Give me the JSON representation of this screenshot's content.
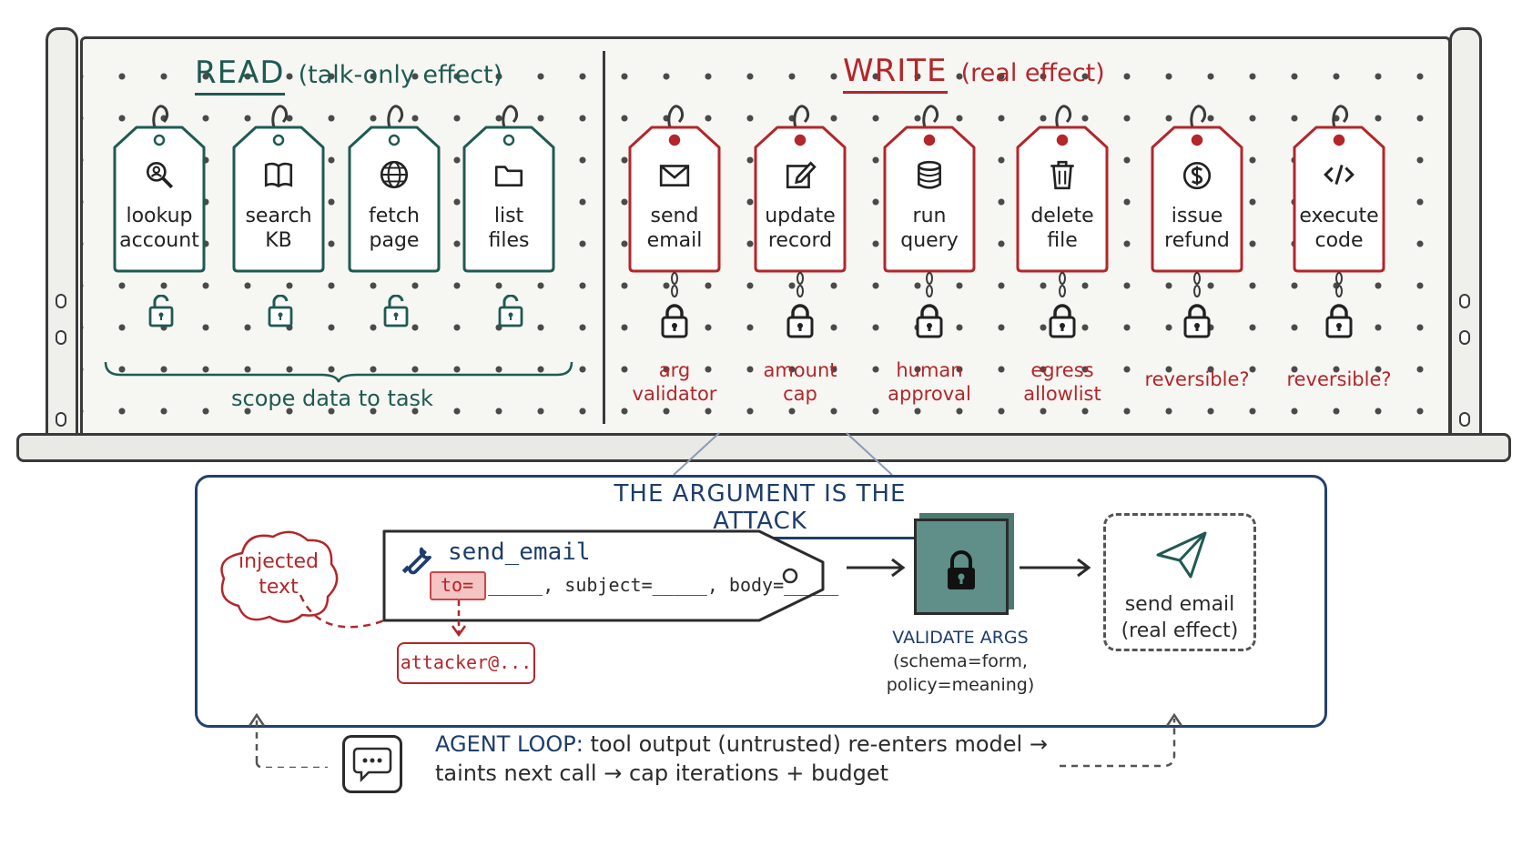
{
  "read": {
    "title": "READ",
    "subtitle": "(talk-only effect)",
    "tools": [
      {
        "line1": "lookup",
        "line2": "account",
        "icon": "search-icon"
      },
      {
        "line1": "search",
        "line2": "KB",
        "icon": "book-icon"
      },
      {
        "line1": "fetch",
        "line2": "page",
        "icon": "globe-icon"
      },
      {
        "line1": "list",
        "line2": "files",
        "icon": "folder-icon"
      }
    ],
    "scope_label": "scope data to task"
  },
  "write": {
    "title": "WRITE",
    "subtitle": "(real effect)",
    "tools": [
      {
        "line1": "send",
        "line2": "email",
        "icon": "envelope-icon",
        "guard1": "arg",
        "guard2": "validator"
      },
      {
        "line1": "update",
        "line2": "record",
        "icon": "edit-icon",
        "guard1": "amount",
        "guard2": "cap"
      },
      {
        "line1": "run",
        "line2": "query",
        "icon": "database-icon",
        "guard1": "human",
        "guard2": "approval"
      },
      {
        "line1": "delete",
        "line2": "file",
        "icon": "trash-icon",
        "guard1": "egress",
        "guard2": "allowlist"
      },
      {
        "line1": "issue",
        "line2": "refund",
        "icon": "dollar-icon",
        "guard1": "reversible?",
        "guard2": ""
      },
      {
        "line1": "execute",
        "line2": "code",
        "icon": "code-icon",
        "guard1": "reversible?",
        "guard2": ""
      }
    ]
  },
  "panel": {
    "title": "THE ARGUMENT IS THE ATTACK",
    "injected": {
      "line1": "injected",
      "line2": "text"
    },
    "tool_name": "send_email",
    "arg_to": "to=",
    "arg_rest": "_____, subject=_____, body=_____",
    "attacker": "attacker@...",
    "validate": {
      "line1": "VALIDATE ARGS",
      "line2": "(schema=form,",
      "line3": "policy=meaning)"
    },
    "result": {
      "line1": "send email",
      "line2": "(real effect)"
    }
  },
  "loop": {
    "label": "AGENT LOOP:",
    "line1_rest": "tool output (untrusted) re-enters model →",
    "line2": "taints next call → cap iterations + budget"
  },
  "colors": {
    "teal": "#1f5a52",
    "red": "#b3262a",
    "navy": "#1d3d6b",
    "vault": "#5f8f88"
  }
}
